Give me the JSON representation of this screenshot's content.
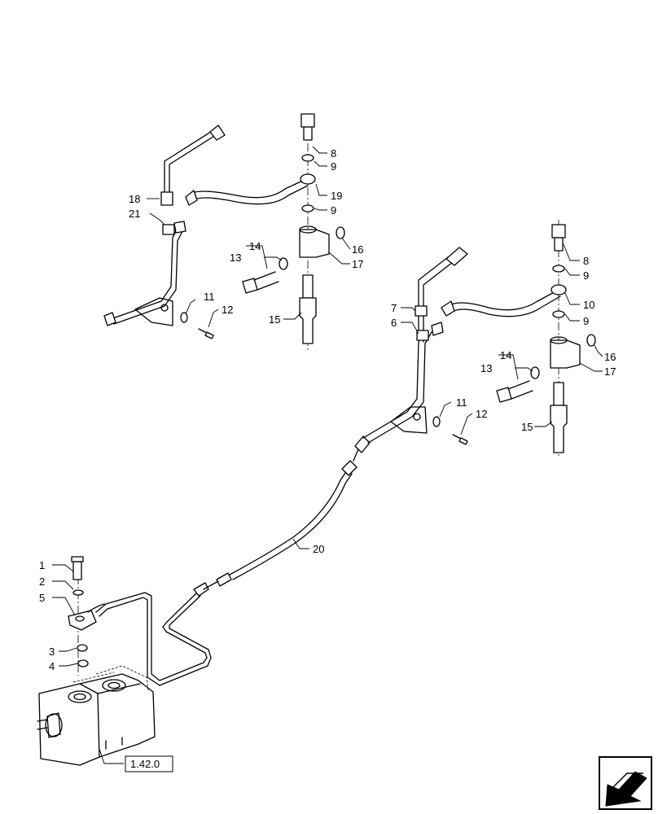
{
  "callouts": {
    "c1": "1",
    "c2": "2",
    "c3": "3",
    "c4": "4",
    "c5": "5",
    "c6": "6",
    "c7": "7",
    "c8a": "8",
    "c8b": "8",
    "c9a": "9",
    "c9b": "9",
    "c9c": "9",
    "c9d": "9",
    "c10": "10",
    "c11a": "11",
    "c11b": "11",
    "c12a": "12",
    "c12b": "12",
    "c13a": "13",
    "c13b": "13",
    "c14a": "14",
    "c14b": "14",
    "c15a": "15",
    "c15b": "15",
    "c16a": "16",
    "c16b": "16",
    "c17a": "17",
    "c17b": "17",
    "c18": "18",
    "c19": "19",
    "c20": "20",
    "c21": "21"
  },
  "reference": {
    "label": "1.42.0"
  },
  "nav_icon": "arrow-navigation-icon"
}
